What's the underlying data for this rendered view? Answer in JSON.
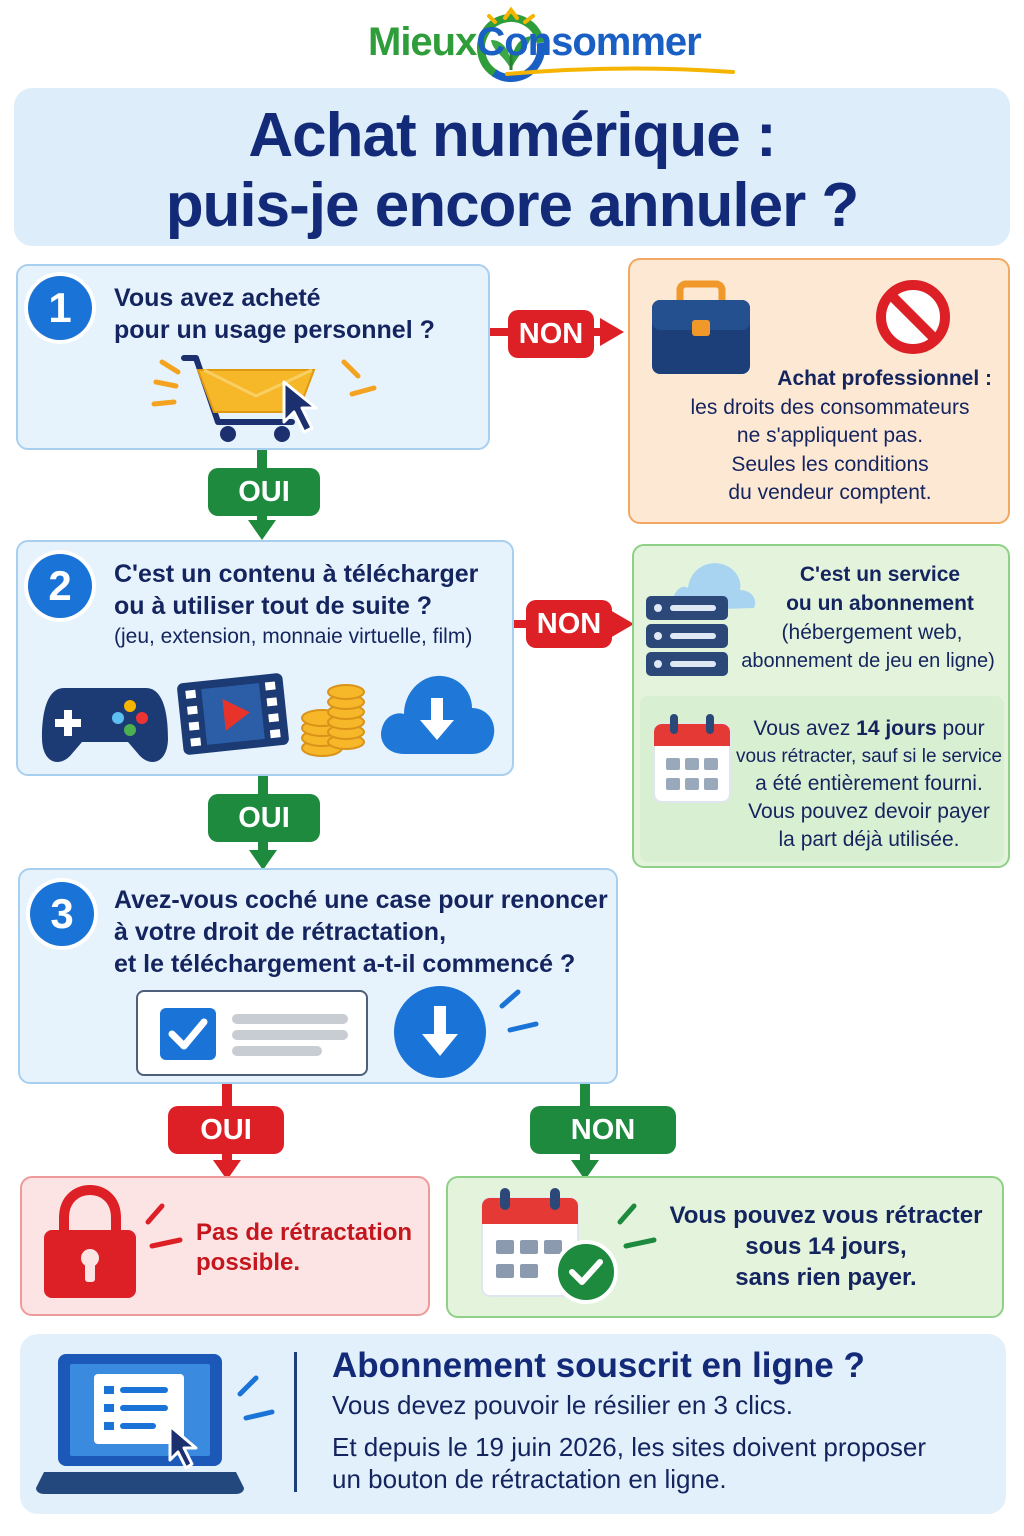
{
  "brand": {
    "part1": "Mieux",
    "part2": "Consommer"
  },
  "title": {
    "line1": "Achat numérique :",
    "line2": "puis-je encore annuler ?"
  },
  "steps": [
    {
      "number": "1",
      "question": [
        "Vous avez acheté",
        "pour un usage personnel ?"
      ]
    },
    {
      "number": "2",
      "question": [
        "C'est un contenu à télécharger",
        "ou à utiliser tout de suite ?"
      ],
      "examples": "(jeu, extension, monnaie virtuelle, film)"
    },
    {
      "number": "3",
      "question": [
        "Avez-vous coché une case pour renoncer",
        "à votre droit de rétractation,",
        "et le téléchargement a-t-il commencé ?"
      ]
    }
  ],
  "labels": {
    "yes": "OUI",
    "no": "NON"
  },
  "results": {
    "professional": {
      "title": "Achat professionnel :",
      "lines": [
        "les droits des consommateurs",
        "ne s'appliquent pas.",
        "Seules les conditions",
        "du vendeur comptent."
      ]
    },
    "service": {
      "title": [
        "C'est un service",
        "ou un abonnement"
      ],
      "lines": [
        "(hébergement web,",
        "abonnement de jeu en ligne)"
      ]
    },
    "service_delay": {
      "prefix": "Vous avez ",
      "days": "14 jours",
      "suffix": " pour",
      "lines": [
        "vous rétracter, sauf si le service",
        "a été entièrement fourni.",
        "Vous pouvez devoir payer",
        "la part déjà utilisée."
      ]
    },
    "no_withdrawal": {
      "lines": [
        "Pas de rétractation",
        "possible."
      ]
    },
    "withdrawal_ok": {
      "lines": [
        "Vous pouvez vous rétracter",
        "sous 14 jours,",
        "sans rien payer."
      ]
    }
  },
  "info": {
    "title": "Abonnement souscrit en ligne ?",
    "line1": "Vous devez pouvoir le résilier en 3 clics.",
    "line2a": "Et depuis le 19 juin 2026, les sites doivent proposer",
    "line2b": "un bouton de rétractation en ligne."
  },
  "colors": {
    "primary_blue": "#1a73d6",
    "navy_text": "#14245e",
    "yes_green": "#1d8a3e",
    "no_red": "#dd1f26",
    "brand_green": "#2f9e3a",
    "brand_blue": "#1a5fc4"
  },
  "icons": [
    "leaf-logo-icon",
    "shopping-cart-icon",
    "briefcase-icon",
    "prohibited-icon",
    "gamepad-icon",
    "film-icon",
    "coins-icon",
    "cloud-download-icon",
    "server-cloud-icon",
    "calendar-icon",
    "checkbox-icon",
    "download-icon",
    "padlock-icon",
    "calendar-check-icon",
    "laptop-icon"
  ]
}
